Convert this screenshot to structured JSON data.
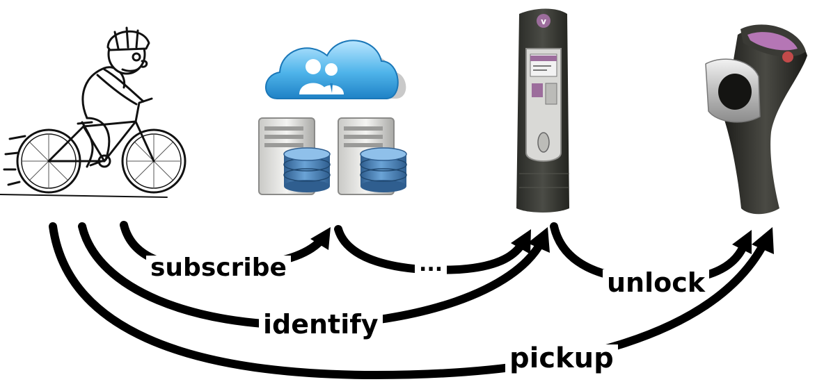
{
  "diagram": {
    "nodes": [
      {
        "id": "cyclist",
        "icon": "cyclist-icon"
      },
      {
        "id": "server",
        "icon": "cloud-server-icon"
      },
      {
        "id": "station",
        "icon": "kiosk-terminal-icon"
      },
      {
        "id": "lock",
        "icon": "bike-dock-lock-icon"
      }
    ],
    "edges": [
      {
        "from": "cyclist",
        "to": "server",
        "label": "subscribe"
      },
      {
        "from": "server",
        "to": "station",
        "label": "..."
      },
      {
        "from": "cyclist",
        "to": "station",
        "label": "identify"
      },
      {
        "from": "station",
        "to": "lock",
        "label": "unlock"
      },
      {
        "from": "cyclist",
        "to": "lock",
        "label": "pickup"
      }
    ],
    "colors": {
      "cloud": "#4fb4ea",
      "disk": "#3f77ad",
      "kiosk": "#3c3d38",
      "kiosk_screen": "#9c6d9c",
      "lock_body": "#2e2e2a"
    }
  }
}
